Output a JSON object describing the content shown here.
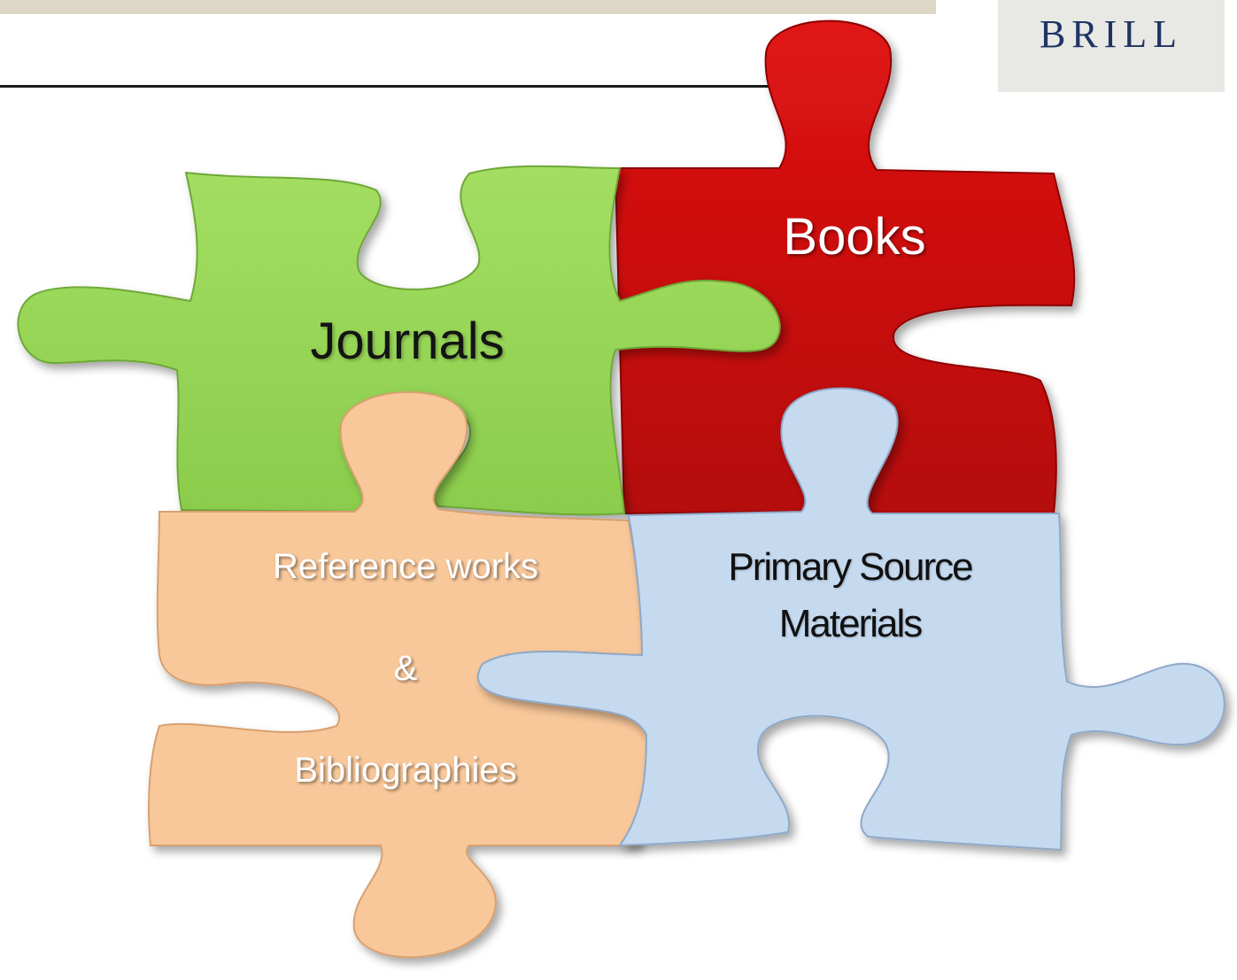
{
  "logo": {
    "text": "BRILL"
  },
  "pieces": {
    "books": {
      "label": "Books",
      "color": "#c90a0a"
    },
    "journals": {
      "label": "Journals",
      "color": "#98d65a"
    },
    "reference": {
      "label_line1": "Reference works",
      "label_line2": "&",
      "label_line3": "Bibliographies",
      "color": "#f9c89a"
    },
    "primary": {
      "label_line1": "Primary Source",
      "label_line2": "Materials",
      "color": "#c5d9ef"
    }
  },
  "colors": {
    "top_band": "#ddd8c5",
    "logo_bg": "#e8e8e5",
    "logo_text": "#1f3462"
  }
}
